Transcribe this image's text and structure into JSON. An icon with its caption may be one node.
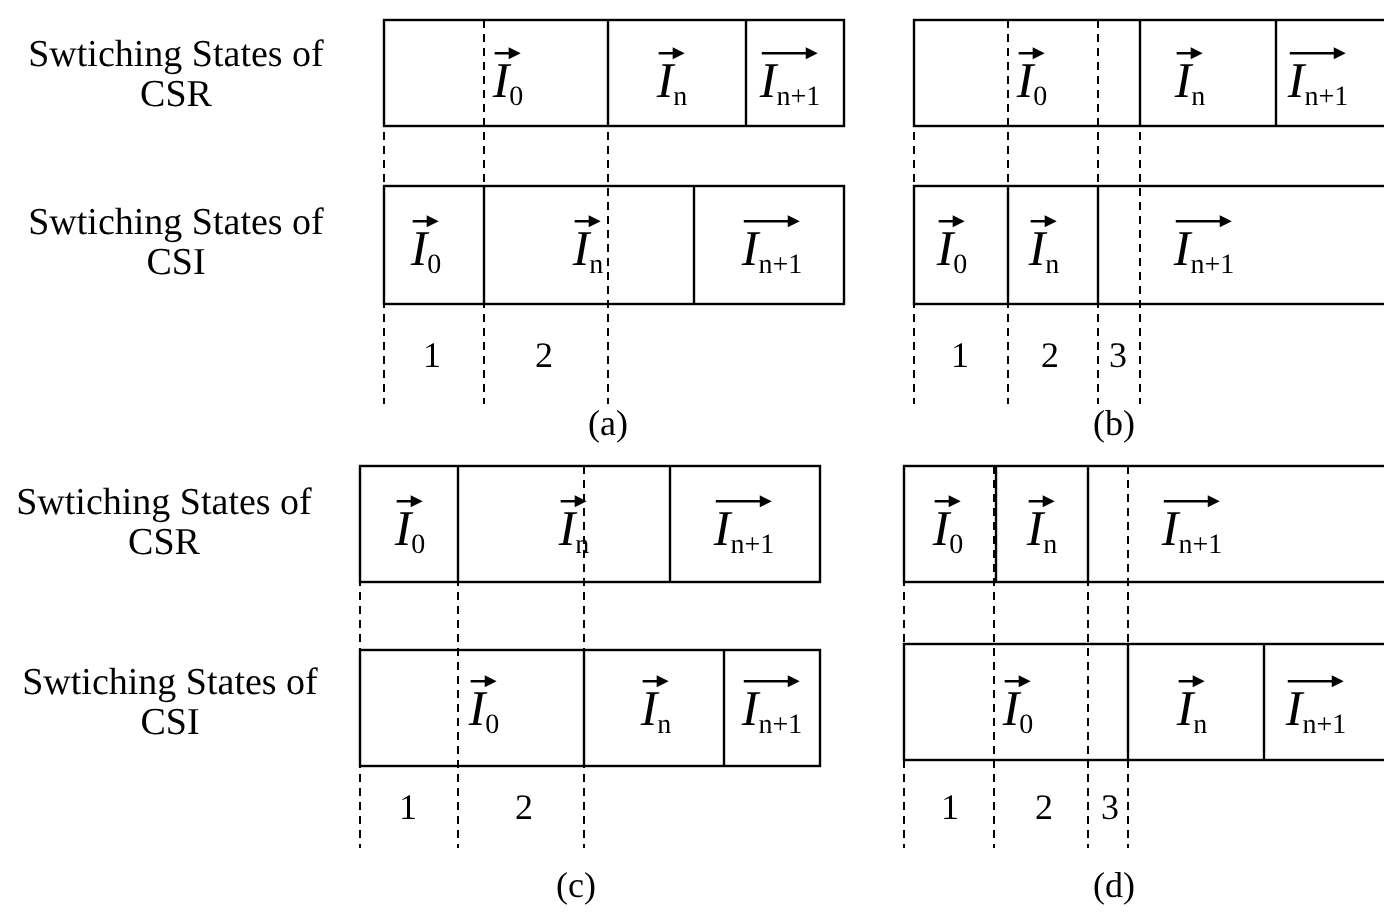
{
  "diagram": {
    "labels": [
      "Swtiching States of CSR",
      "*I*$_{0}$",
      "*I*$_{n}$",
      "*I*$_{n+1}$",
      "*I*$_{0}$",
      "*I*$_{n}$",
      "*I*$_{n+1}$",
      "Swtiching States of CSI",
      "*I*$_{0}$",
      "*I*$_{n}$",
      "*I*$_{n+1}$",
      "*I*$_{0}$",
      "*I*$_{n}$",
      "*I*$_{n+1}$",
      "1",
      "2",
      "1",
      "2",
      "3",
      "(a)",
      "(b)",
      "Swtiching States of CSR",
      "*I*$_{0}$",
      "*I*$_{n}$",
      "*I*$_{n+1}$",
      "*I*$_{0}$",
      "*I*$_{n}$",
      "*I*$_{n+1}$",
      "Swtiching States of CSI",
      "*I*$_{0}$",
      "*I*$_{n}$",
      "*I*$_{n+1}$",
      "*I*$_{0}$",
      "*I*$_{n}$",
      "*I*$_{n+1}$",
      "1",
      "2",
      "1",
      "2",
      "3",
      "(c)",
      "(d)"
    ]
  }
}
